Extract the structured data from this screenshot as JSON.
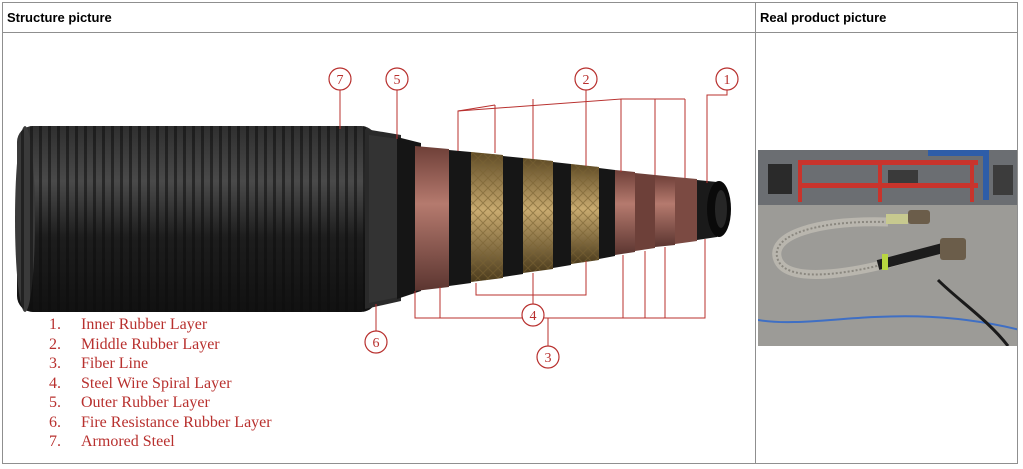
{
  "table": {
    "structure_header": "Structure picture",
    "product_header": "Real product picture"
  },
  "legend": [
    {
      "num": "1.",
      "label": "Inner Rubber Layer"
    },
    {
      "num": "2.",
      "label": "Middle Rubber Layer"
    },
    {
      "num": "3.",
      "label": "Fiber Line"
    },
    {
      "num": "4.",
      "label": "Steel Wire Spiral Layer"
    },
    {
      "num": "5.",
      "label": "Outer Rubber Layer"
    },
    {
      "num": "6.",
      "label": "Fire Resistance Rubber Layer"
    },
    {
      "num": "7.",
      "label": "Armored Steel"
    }
  ],
  "callouts": {
    "c1": "1",
    "c2": "2",
    "c3": "3",
    "c4": "4",
    "c5": "5",
    "c6": "6",
    "c7": "7"
  },
  "colors": {
    "annotation_red": "#b8302e",
    "rubber_black": "#1c1c1c",
    "fiber_pink": "#9a5f55",
    "steel_bronze": "#9c8350",
    "border_gray": "#8f8f8f"
  }
}
